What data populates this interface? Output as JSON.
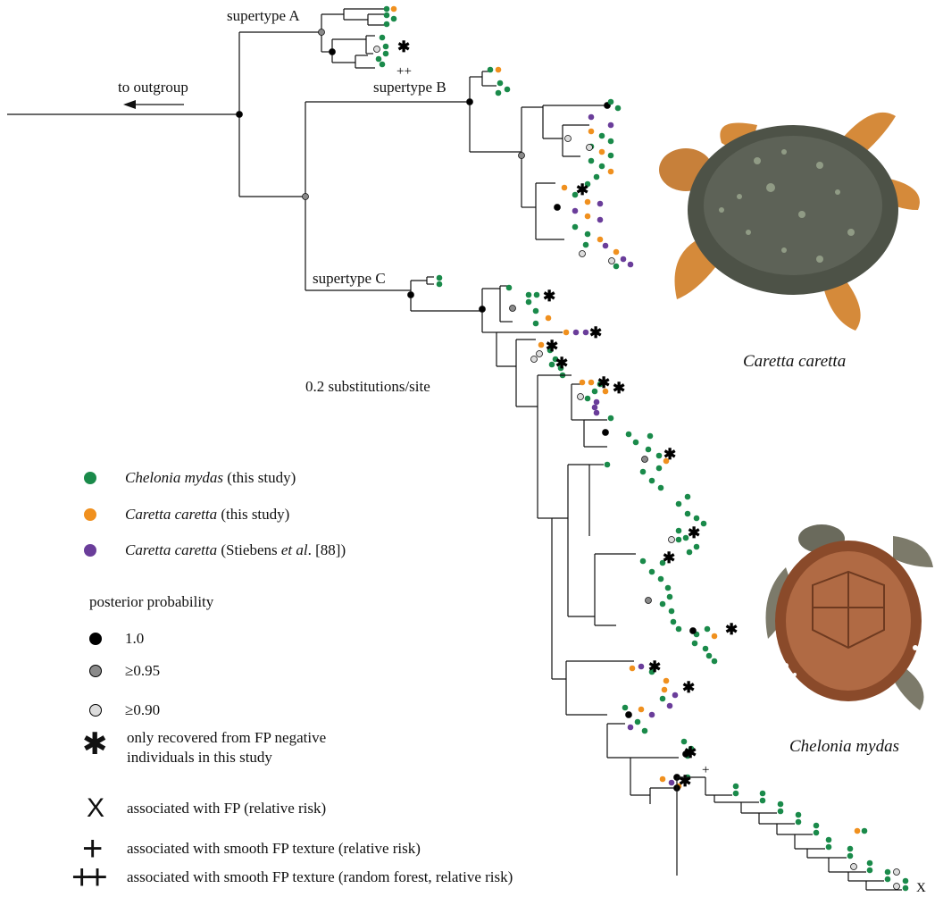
{
  "tree_labels": {
    "supertype_a": "supertype A",
    "supertype_b": "supertype B",
    "supertype_c": "supertype C",
    "outgroup": "to outgroup",
    "scale": "0.2 substitutions/site"
  },
  "species_labels": {
    "caretta": "Caretta caretta",
    "chelonia": "Chelonia mydas"
  },
  "legend": {
    "species": [
      {
        "name": "Chelonia mydas",
        "suffix": " (this study)",
        "color": "#1a8a4a"
      },
      {
        "name": "Caretta caretta",
        "suffix": " (this study)",
        "color": "#f0901e"
      },
      {
        "name": "Caretta caretta",
        "suffix_pre": " (Stiebens ",
        "suffix_it": "et al",
        "suffix_post": ". [88])",
        "color": "#6a3d9a"
      }
    ],
    "pp_title": "posterior probability",
    "pp": [
      {
        "label": "1.0",
        "fill": "#000000"
      },
      {
        "label": "≥0.95",
        "fill": "#8a8a8a"
      },
      {
        "label": "≥0.90",
        "fill": "#dcdcdc"
      }
    ],
    "symbols": [
      {
        "glyph": "✱",
        "text_line1": "only recovered from FP negative",
        "text_line2": "individuals in this study"
      },
      {
        "glyph": "X",
        "text": "associated with FP (relative risk)"
      },
      {
        "glyph": "+",
        "text": "associated with smooth FP texture (relative risk)"
      },
      {
        "glyph": "++",
        "text": "associated with smooth FP texture (random forest, relative risk)"
      }
    ]
  },
  "colors": {
    "green": "#1a8a4a",
    "orange": "#f0901e",
    "purple": "#6a3d9a",
    "pp_black": "#000000",
    "pp_grey": "#8a8a8a",
    "pp_light": "#dcdcdc"
  }
}
